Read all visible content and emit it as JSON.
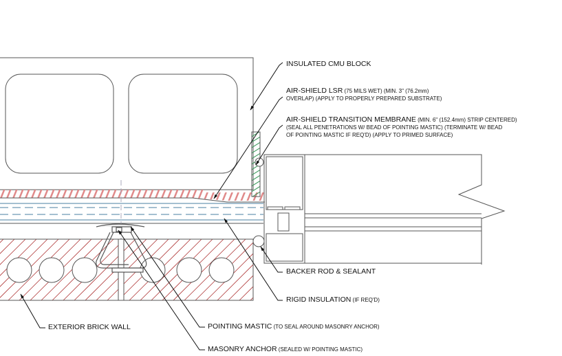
{
  "labels": {
    "cmu": {
      "main": "INSULATED CMU BLOCK"
    },
    "lsr": {
      "main": "AIR-SHIELD LSR",
      "note1": " (75 MILS WET) (MIN. 3\" (76.2mm)",
      "line2": "OVERLAP) (APPLY TO PROPERLY PREPARED SUBSTRATE)"
    },
    "transition": {
      "main": "AIR-SHIELD TRANSITION MEMBRANE",
      "note1": " (MIN. 6\" (152.4mm) STRIP CENTERED)",
      "line2": "(SEAL ALL PENETRATIONS W/ BEAD OF POINTING MASTIC) (TERMINATE W/ BEAD",
      "line3": "OF POINTING MASTIC IF REQ'D) (APPLY TO PRIMED SURFACE)"
    },
    "backer": {
      "main": "BACKER ROD & SEALANT"
    },
    "insulation": {
      "main": "RIGID INSULATION",
      "note": " (IF REQ'D)"
    },
    "brick": {
      "main": "EXTERIOR BRICK WALL"
    },
    "mastic": {
      "main": "POINTING MASTIC",
      "note": " (TO SEAL AROUND MASONRY ANCHOR)"
    },
    "anchor": {
      "main": "MASONRY ANCHOR",
      "note": " (SEALED W/ POINTING MASTIC)"
    }
  },
  "colors": {
    "line": "#555555",
    "brick_hatch": "#b03a3a",
    "membrane_hatch": "#e08a8a",
    "transition_hatch": "#3a9a5a",
    "insulation": "#4a7fa0"
  }
}
